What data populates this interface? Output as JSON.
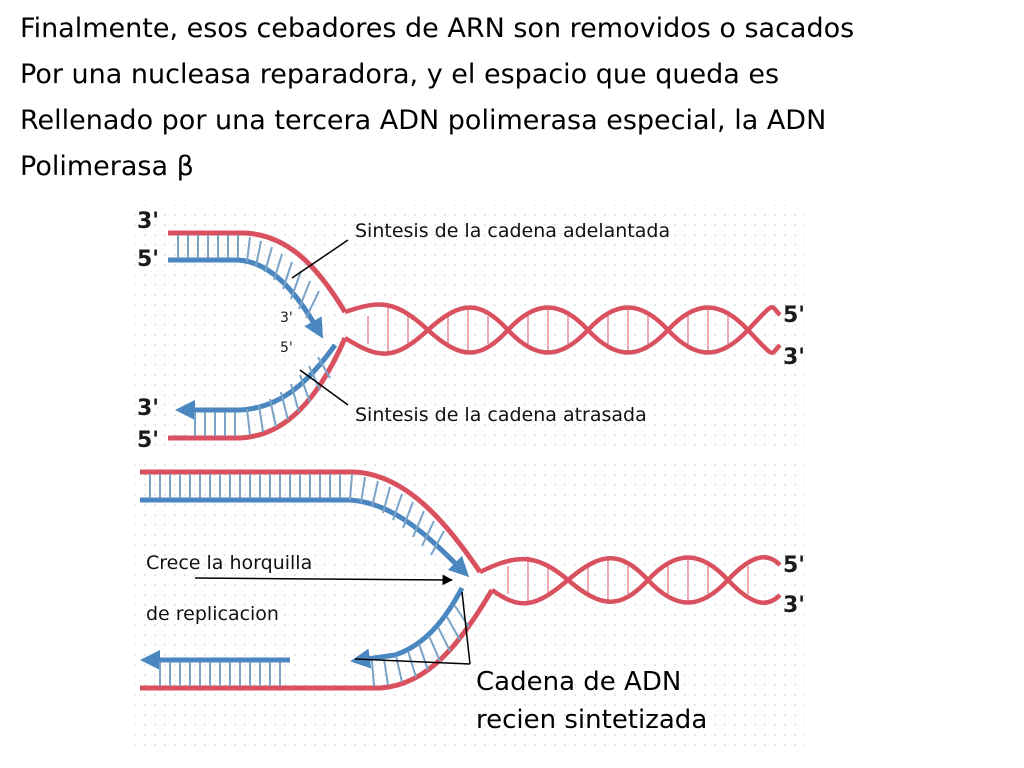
{
  "slide": {
    "title_lines": [
      "Finalmente, esos cebadores de ARN son removidos o sacados",
      "Por una nucleasa reparadora, y el espacio que queda es",
      "Rellenado por una tercera ADN polimerasa especial, la ADN",
      "Polimerasa β"
    ]
  },
  "diagram_top": {
    "leading_label": "Sintesis de la cadena adelantada",
    "lagging_label": "Sintesis de la cadena atrasada",
    "ends": {
      "upper_3": "3'",
      "upper_5": "5'",
      "mid_3": "3'",
      "mid_5": "5'",
      "lower_3": "3'",
      "lower_5": "5'",
      "right_5": "5'",
      "right_3": "3'"
    }
  },
  "diagram_bottom": {
    "fork_label_1": "Crece la horquilla",
    "fork_label_2": "de replicacion",
    "new_strand_1": "Cadena de ADN",
    "new_strand_2": "recien sintetizada",
    "ends": {
      "right_5": "5'",
      "right_3": "3'"
    }
  },
  "colors": {
    "parent_strand": "#d9505e",
    "new_strand": "#4a86c0",
    "grid": "#cfd6dc"
  }
}
